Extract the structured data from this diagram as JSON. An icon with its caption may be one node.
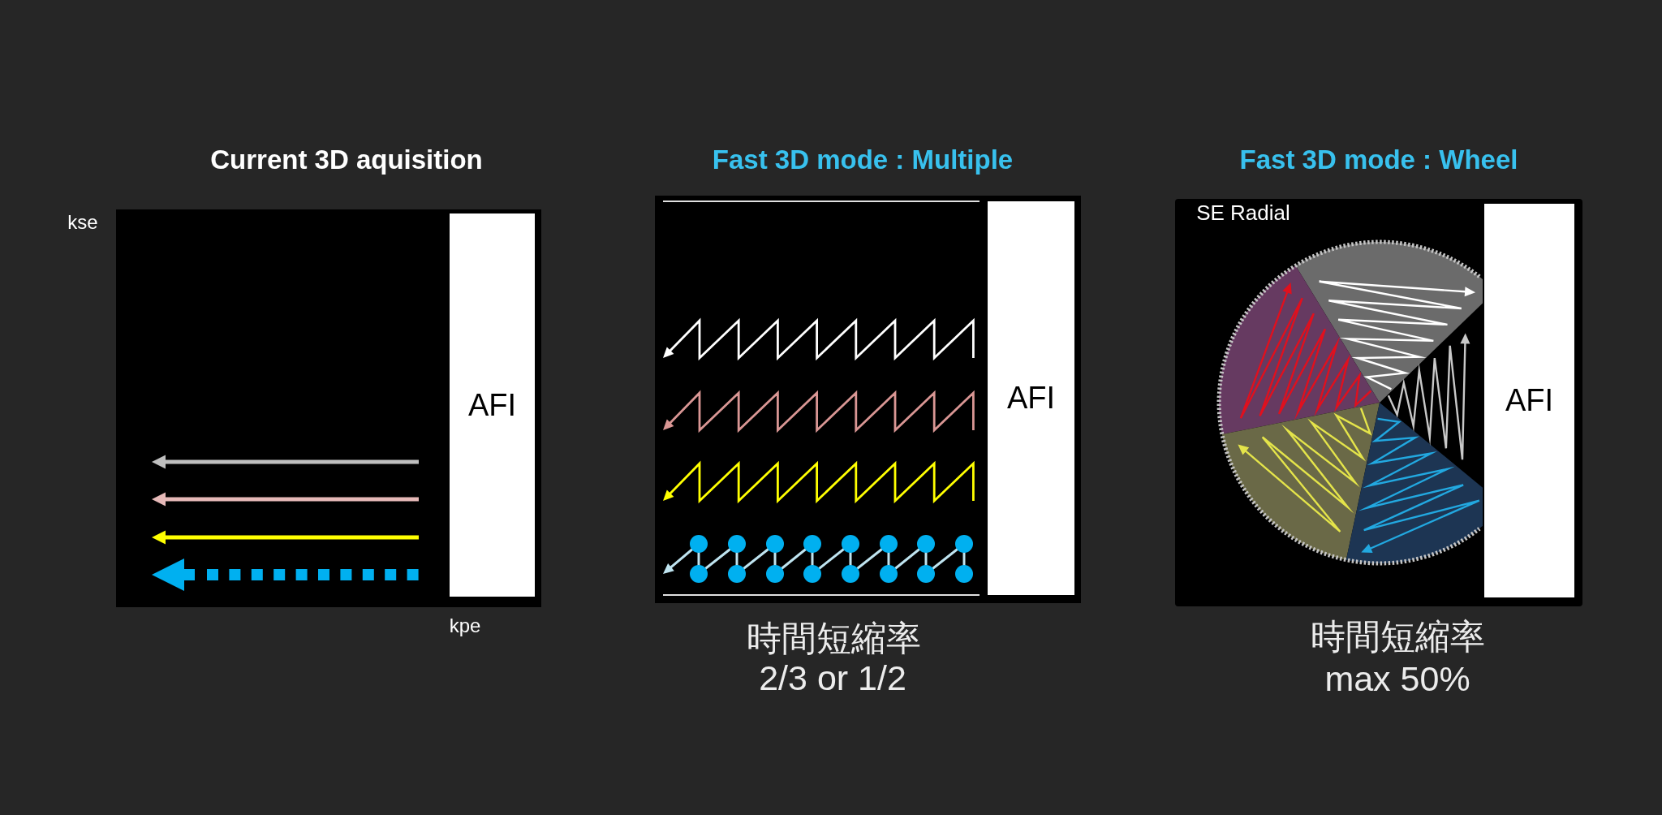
{
  "diagram": {
    "nodes": [
      {
        "text": [
          "Current 3D aquisition"
        ],
        "beside": [
          "kse",
          "kpe"
        ]
      },
      {
        "text": [
          "AFI"
        ],
        "in": 0
      },
      {
        "text": [
          "Fast 3D mode : Multiple"
        ],
        "beside": [
          "時間短縮率",
          "2/3 or 1/2"
        ]
      },
      {
        "text": [
          "AFI"
        ],
        "in": 2
      },
      {
        "text": [
          "Fast 3D mode : Wheel",
          "SE Radial"
        ],
        "beside": [
          "時間短縮率",
          "max 50%"
        ]
      },
      {
        "text": [
          "AFI"
        ],
        "in": 4
      }
    ]
  }
}
